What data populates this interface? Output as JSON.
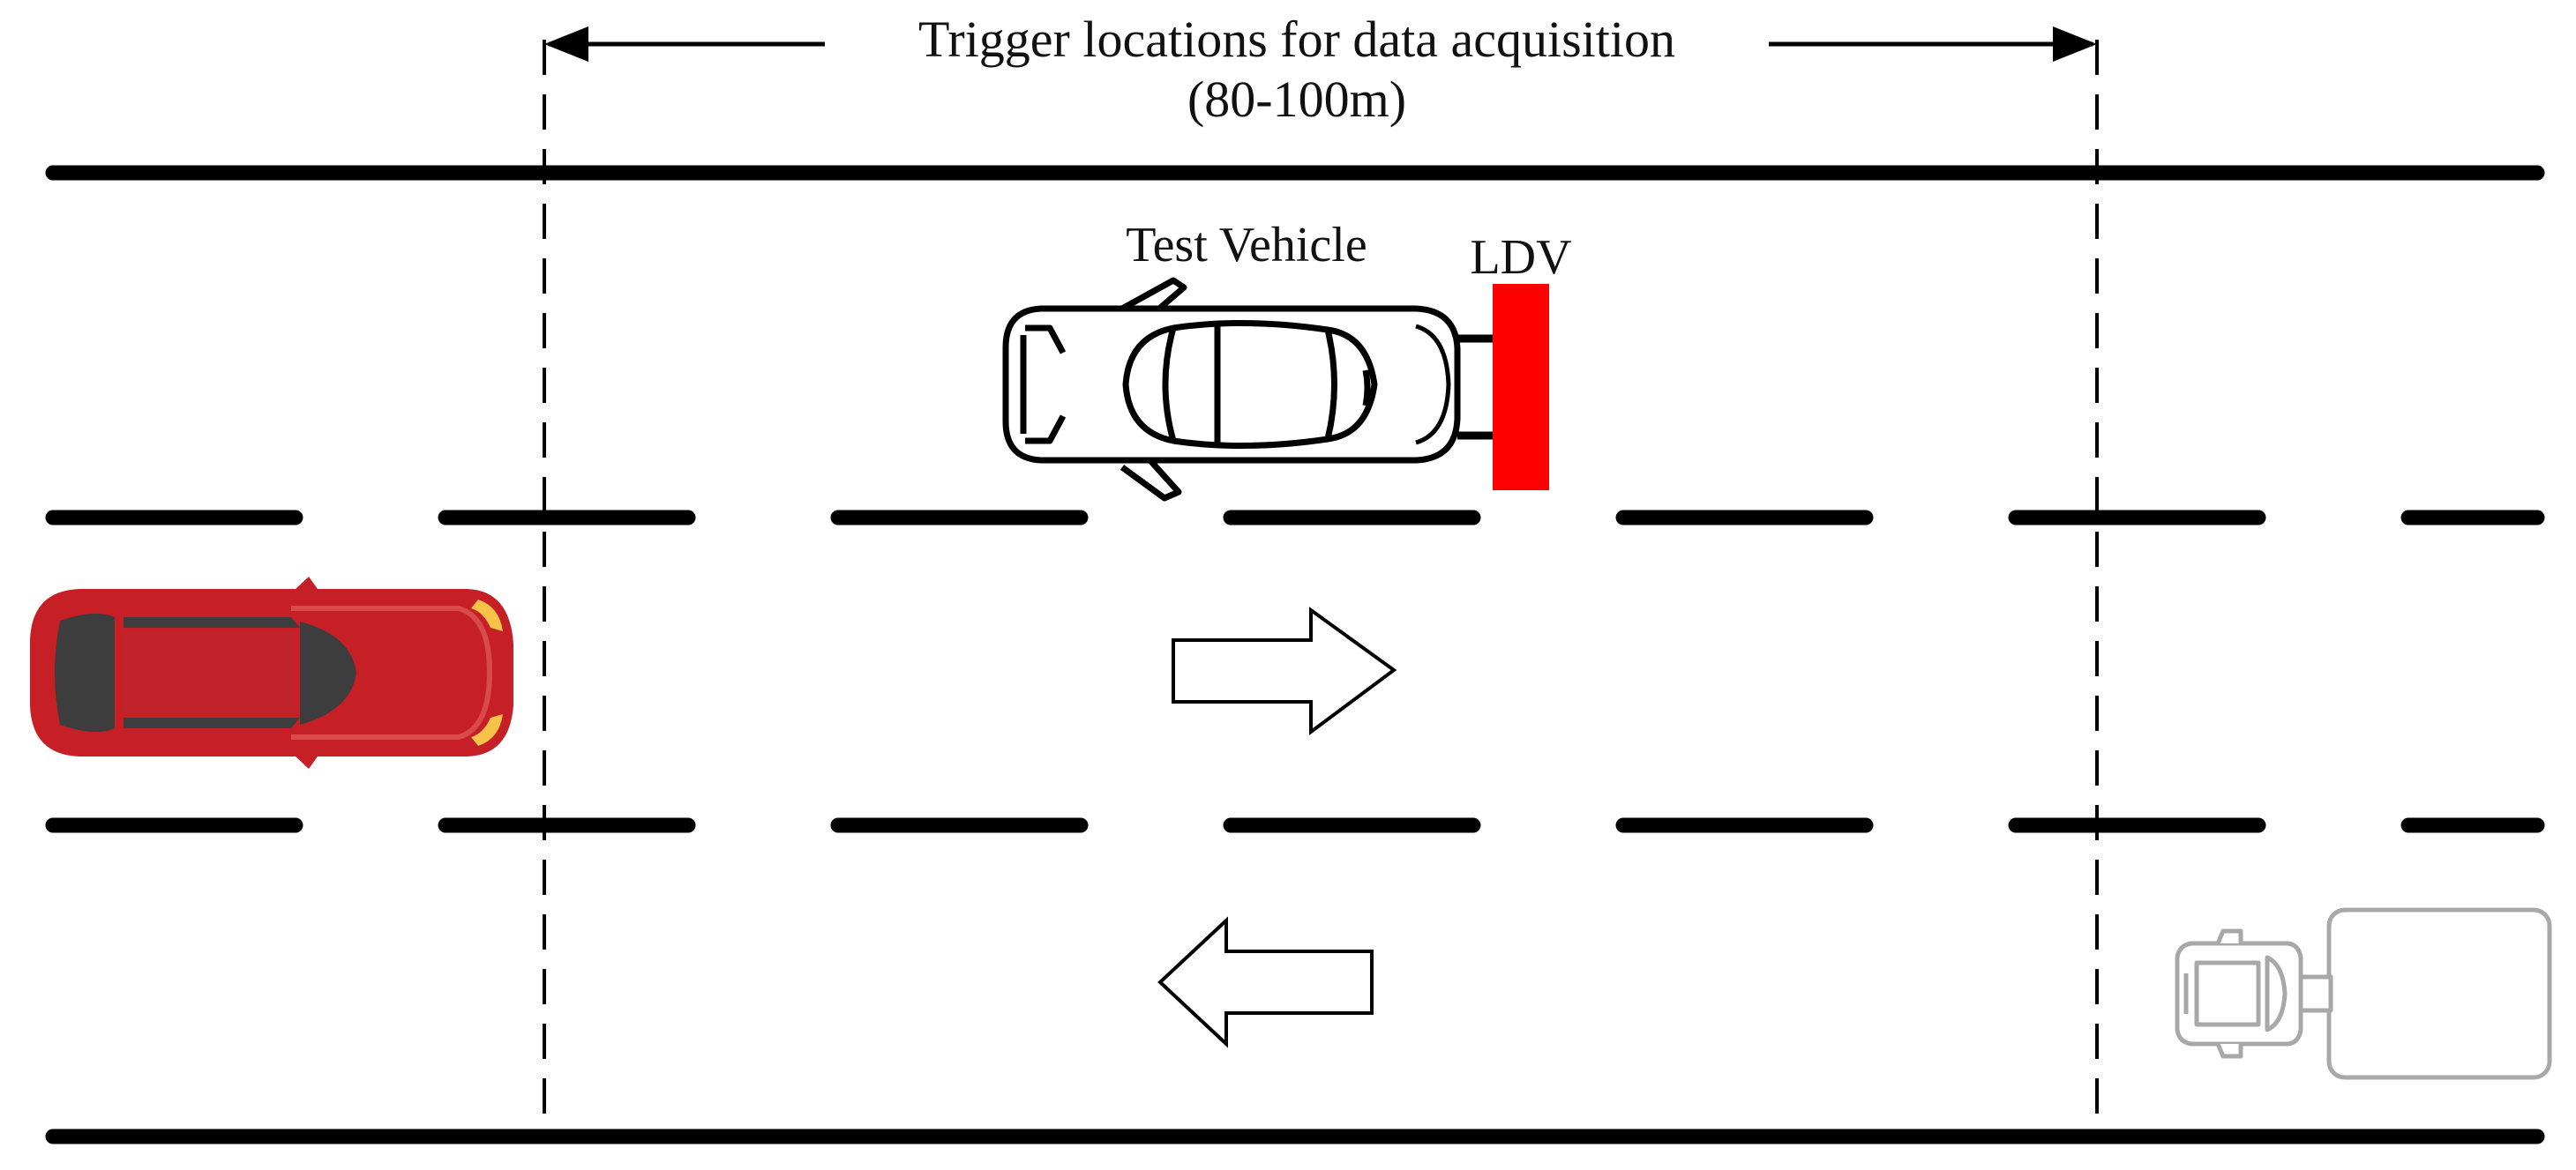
{
  "range_title_line1": "Trigger locations for data acquisition",
  "range_title_line2": "(80-100m)",
  "test_vehicle_label": "Test Vehicle",
  "device_label": "LDV",
  "colors": {
    "road_marking": "#000000",
    "ldv_device": "#ff0000",
    "red_car_body": "#c62026",
    "red_car_windows": "#3d3d3d",
    "truck_outline": "#a8a8a8"
  },
  "icons": {
    "right_direction": "arrow-right-icon",
    "left_direction": "arrow-left-icon"
  }
}
